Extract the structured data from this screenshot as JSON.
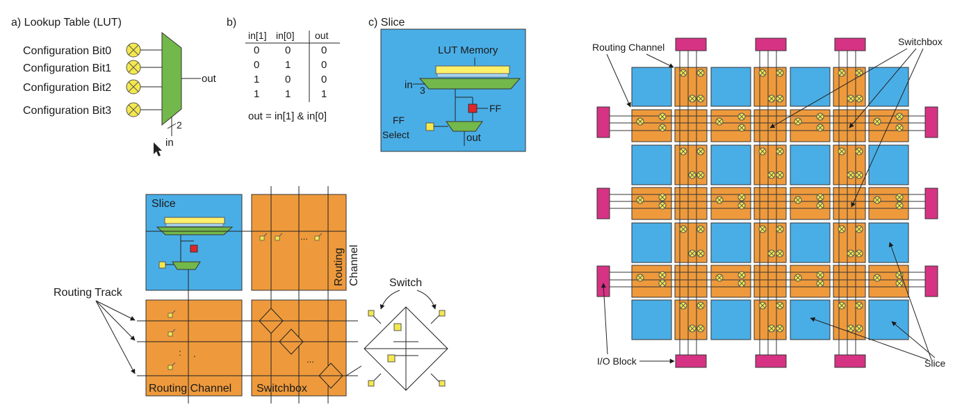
{
  "colors": {
    "slice": "#4aaee6",
    "routing": "#ee9a3c",
    "io_block": "#d63384",
    "lut_memory": "#fff06a",
    "mux_green": "#73b84a",
    "ff_red": "#e0262a",
    "switch_yellow": "#f4e84e"
  },
  "panel_a": {
    "title": "a) Lookup Table (LUT)",
    "config_bits": [
      "Configuration Bit0",
      "Configuration Bit1",
      "Configuration Bit2",
      "Configuration Bit3"
    ],
    "out_label": "out",
    "bus_width": "2",
    "in_label": "in"
  },
  "panel_b": {
    "label": "b)",
    "headers": [
      "in[1]",
      "in[0]",
      "out"
    ],
    "rows": [
      [
        "0",
        "0",
        "0"
      ],
      [
        "0",
        "1",
        "0"
      ],
      [
        "1",
        "0",
        "0"
      ],
      [
        "1",
        "1",
        "1"
      ]
    ],
    "equation": "out = in[1] & in[0]"
  },
  "panel_c": {
    "title": "c) Slice",
    "lut_memory": "LUT Memory",
    "in_label": "in",
    "bus_width": "3",
    "ff_label": "FF",
    "ff_select_line1": "FF",
    "ff_select_line2": "Select",
    "out_label": "out"
  },
  "detail": {
    "slice_label": "Slice",
    "routing_channel_vertical_line1": "Routing",
    "routing_channel_vertical_line2": "Channel",
    "routing_track": "Routing Track",
    "routing_channel": "Routing Channel",
    "switchbox": "Switchbox",
    "switch": "Switch",
    "ellipsis": "...",
    "colon": ":",
    "dot": "."
  },
  "fabric": {
    "routing_channel": "Routing Channel",
    "switchbox": "Switchbox",
    "io_block": "I/O Block",
    "slice": "Slice"
  }
}
